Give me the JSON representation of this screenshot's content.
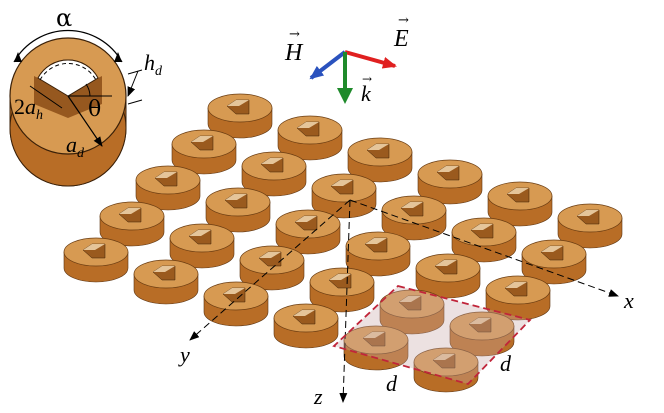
{
  "inset": {
    "angle_alpha": "α",
    "angle_theta": "θ",
    "hole_label_num": "2",
    "hole_label_var": "a",
    "hole_label_sub": "h",
    "radius_label_var": "a",
    "radius_label_sub": "d",
    "height_label_var": "h",
    "height_label_sub": "d"
  },
  "field_vectors": {
    "magnetic": "H",
    "electric": "E",
    "wavevector": "k",
    "colors": {
      "magnetic": "#2a52be",
      "electric": "#e02020",
      "wavevector": "#1f8a2b"
    }
  },
  "axes": {
    "x": "x",
    "y": "y",
    "z": "z"
  },
  "unit_cell": {
    "period_label_1": "d",
    "period_label_2": "d",
    "highlight_color": "#c0253a"
  },
  "colors": {
    "disk_top": "#d79a52",
    "disk_side": "#b86d26",
    "disk_hole": "#9a5a1e"
  }
}
